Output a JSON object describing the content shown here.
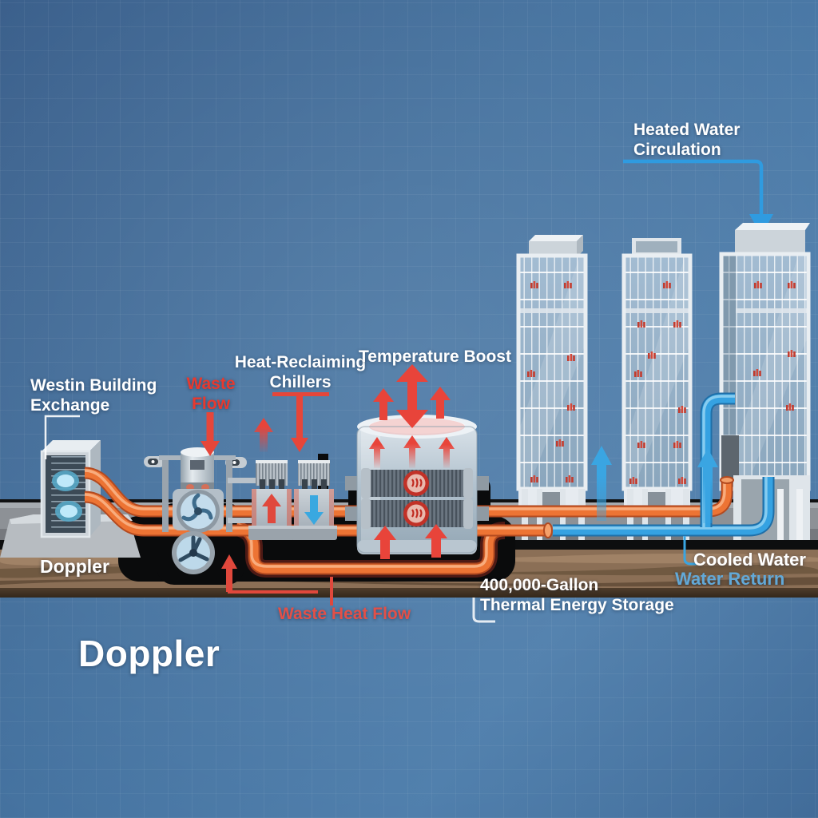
{
  "labels": {
    "heated_water": {
      "line1": "Heated Water",
      "line2": "Circulation"
    },
    "westin": {
      "line1": "Westin Building",
      "line2": "Exchange"
    },
    "waste_flow": {
      "line1": "Waste",
      "line2": "Flow"
    },
    "chillers": {
      "line1": "Heat-Reclaiming",
      "line2": "Chillers"
    },
    "temperature_boost": "Temperature Boost",
    "storage": {
      "line1": "400,000-Gallon",
      "line2": "Thermal Energy Storage"
    },
    "cooled_water": "Cooled Water",
    "water_return": "Water Return",
    "waste_heat_flow": "Waste Heat Flow",
    "doppler_ground": "Doppler",
    "doppler_title": "Doppler"
  },
  "colors": {
    "heat_red": "#e8392e",
    "waste_heat_text": "#e25048",
    "water_return_text": "#62a9d8",
    "pipe_orange": "#ed7434",
    "pipe_blue": "#35a2e2",
    "background_blue": "#44719e",
    "earth_brown": "#8b6f56",
    "pavement_gray": "#8d9196"
  }
}
